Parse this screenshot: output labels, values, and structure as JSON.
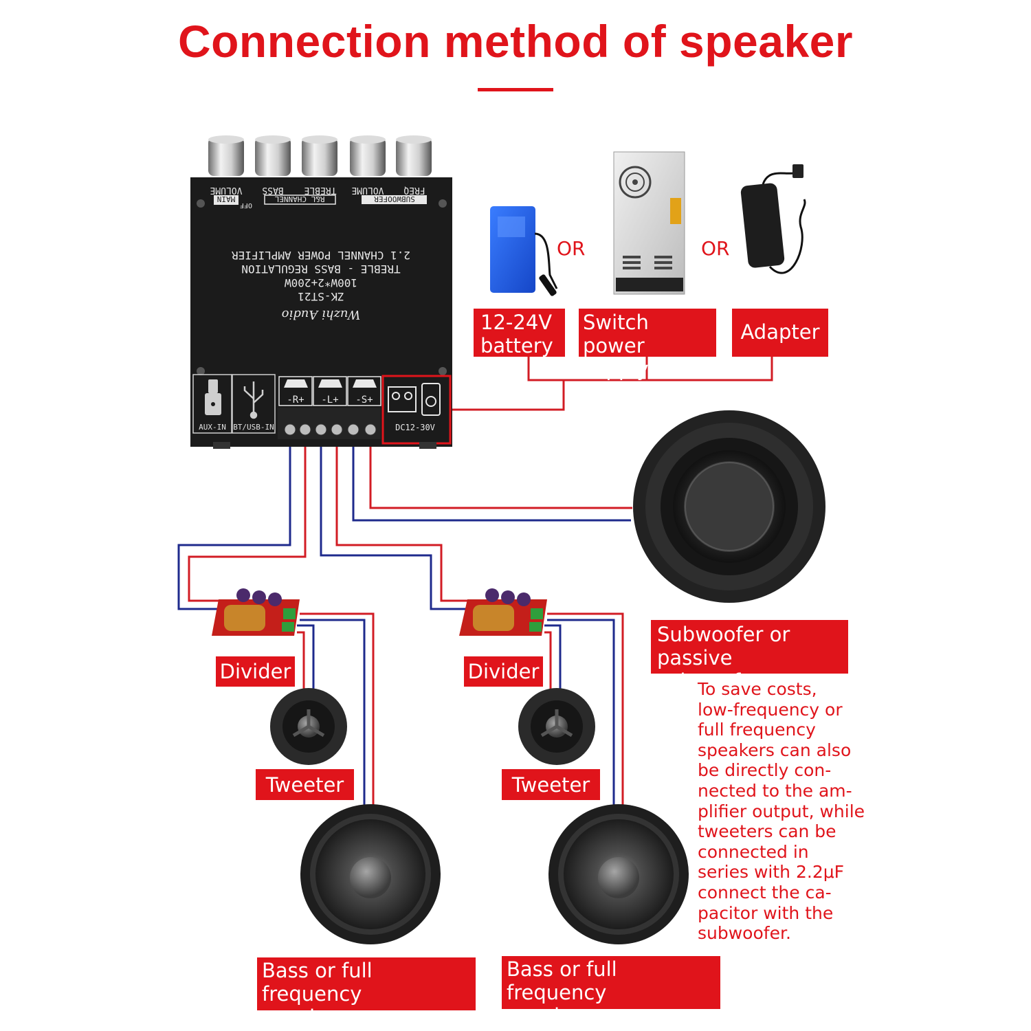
{
  "title": "Connection method of speaker",
  "board": {
    "knobs": [
      "VOLUME",
      "BASS",
      "TREBLE",
      "VOLUME",
      "FREQ"
    ],
    "sections": [
      "MAIN",
      "R&L CHANNEL",
      "SUBWOOFER"
    ],
    "off_label": "OFF",
    "text_lines": [
      "2.1 CHANNEL POWER AMPLIFIER",
      "TREBLE - BASS REGULATION",
      "100W*2+200W",
      "ZK-ST21",
      "Wuzhi Audio"
    ],
    "ports": [
      "AUX-IN",
      "BT/USB-IN",
      "DC12-30V"
    ],
    "terminals": [
      "-R+",
      "-L+",
      "-S+"
    ]
  },
  "or_labels": [
    "OR",
    "OR"
  ],
  "power_labels": {
    "battery": [
      "12-24V",
      "battery"
    ],
    "switch": [
      "Switch power",
      "supply"
    ],
    "adapter": "Adapter"
  },
  "subwoofer_label": [
    "Subwoofer or",
    "passive subwoofer"
  ],
  "note_lines": [
    "To save costs,",
    "low-frequency or",
    "full frequency",
    "speakers can also",
    "be directly con-",
    "nected to the am-",
    "plifier output, while",
    "tweeters can be",
    "connected in",
    "series with 2.2μF",
    "connect the ca-",
    "pacitor with the",
    "subwoofer."
  ],
  "left_channel": {
    "divider": "Divider",
    "tweeter": "Tweeter",
    "bass": [
      "Bass or full frequency",
      "speaker"
    ]
  },
  "right_channel": {
    "divider": "Divider",
    "tweeter": "Tweeter",
    "bass": [
      "Bass or full frequency",
      "speaker"
    ]
  },
  "colors": {
    "accent_red": "#e0141b",
    "wire_blue": "#1e2a8c",
    "wire_red": "#d21c24",
    "board": "#1b1b1b"
  }
}
